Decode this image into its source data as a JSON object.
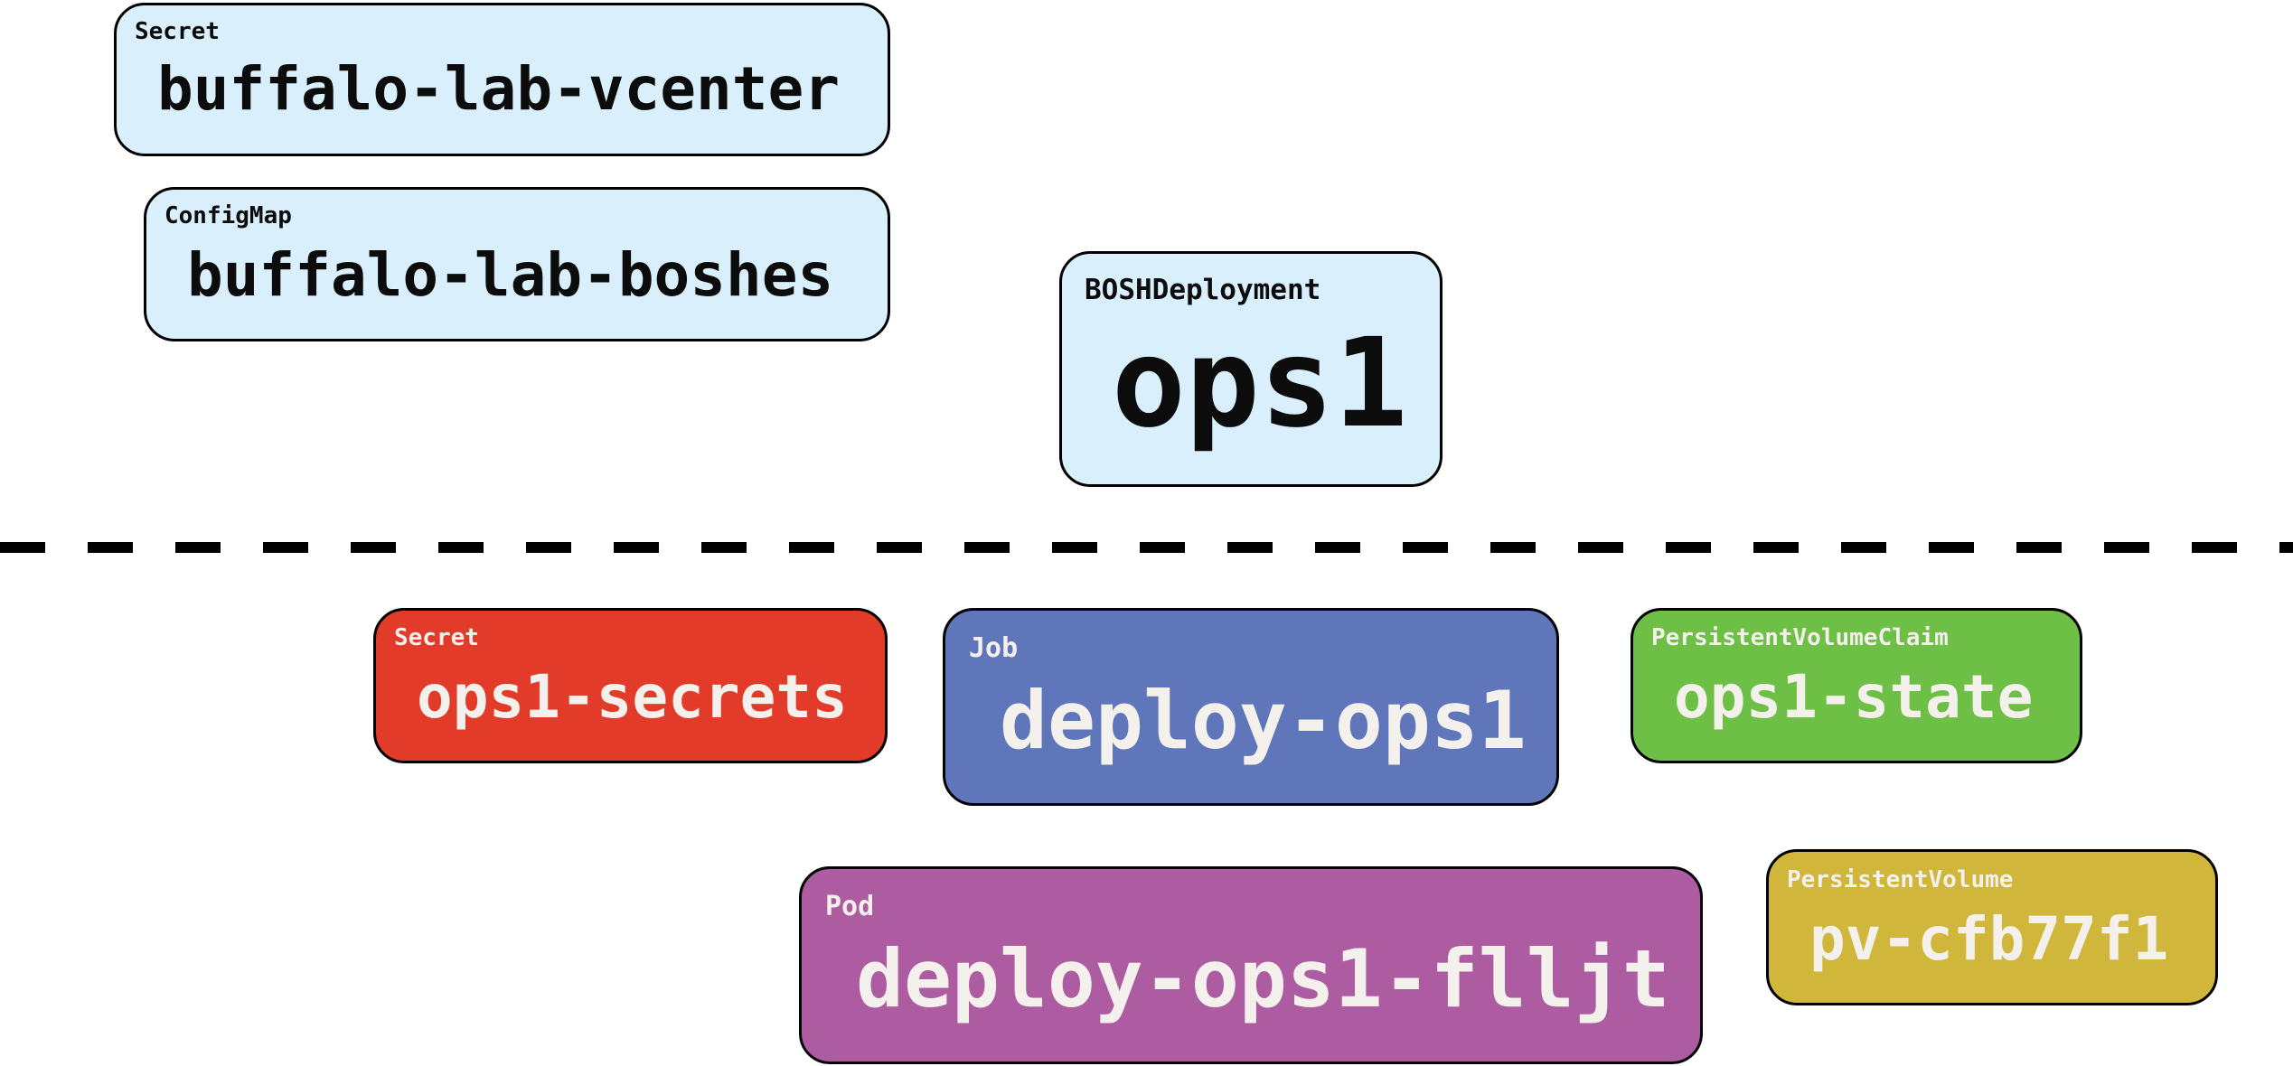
{
  "colors": {
    "light_blue": "#daeffc",
    "red": "#e23b2a",
    "blue": "#5f76ba",
    "green": "#6ebf45",
    "purple": "#ad5ca2",
    "yellow": "#d1b63c",
    "border": "#000000",
    "dark_text": "#0c0c0c",
    "light_text": "#f4f0ec"
  },
  "nodes": {
    "secret_vcenter": {
      "kind": "Secret",
      "name": "buffalo-lab-vcenter",
      "fill": "#daeffc",
      "text_color": "#0c0c0c"
    },
    "configmap_boshes": {
      "kind": "ConfigMap",
      "name": "buffalo-lab-boshes",
      "fill": "#daeffc",
      "text_color": "#0c0c0c"
    },
    "boshdeployment_ops1": {
      "kind": "BOSHDeployment",
      "name": "ops1",
      "fill": "#daeffc",
      "text_color": "#0c0c0c"
    },
    "secret_ops1": {
      "kind": "Secret",
      "name": "ops1-secrets",
      "fill": "#e23b2a",
      "text_color": "#f4f0ec"
    },
    "job_deploy": {
      "kind": "Job",
      "name": "deploy-ops1",
      "fill": "#5f76ba",
      "text_color": "#f4f0ec"
    },
    "pvc_state": {
      "kind": "PersistentVolumeClaim",
      "name": "ops1-state",
      "fill": "#6ebf45",
      "text_color": "#f4f0ec"
    },
    "pod_deploy": {
      "kind": "Pod",
      "name": "deploy-ops1-flljt",
      "fill": "#ad5ca2",
      "text_color": "#f4f0ec"
    },
    "pv": {
      "kind": "PersistentVolume",
      "name": "pv-cfb77f1",
      "fill": "#d1b63c",
      "text_color": "#f4f0ec"
    }
  }
}
